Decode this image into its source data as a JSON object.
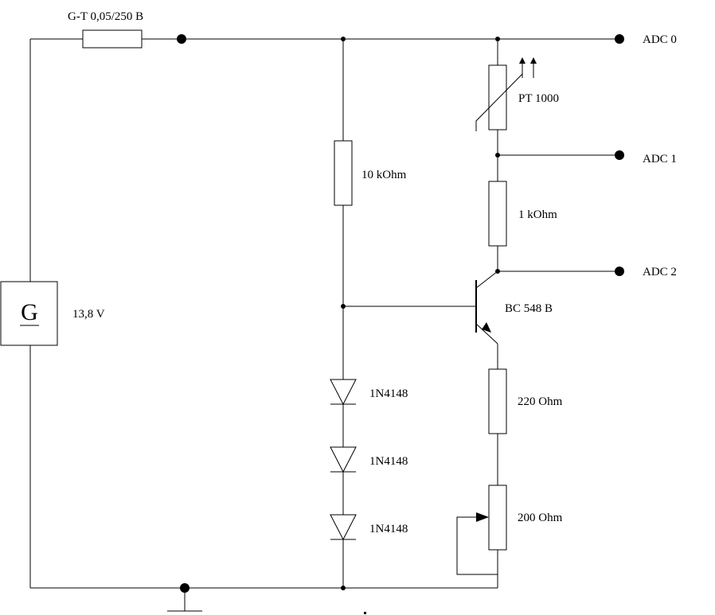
{
  "labels": {
    "fuse": "G-T 0,05/250 B",
    "source_symbol": "G",
    "source_voltage": "13,8 V",
    "r_10k": "10 kOhm",
    "pt1000": "PT 1000",
    "r_1k": "1 kOhm",
    "transistor": "BC 548 B",
    "r_220": "220 Ohm",
    "pot_200": "200 Ohm",
    "diode_1": "1N4148",
    "diode_2": "1N4148",
    "diode_3": "1N4148",
    "adc0": "ADC 0",
    "adc1": "ADC 1",
    "adc2": "ADC 2"
  }
}
